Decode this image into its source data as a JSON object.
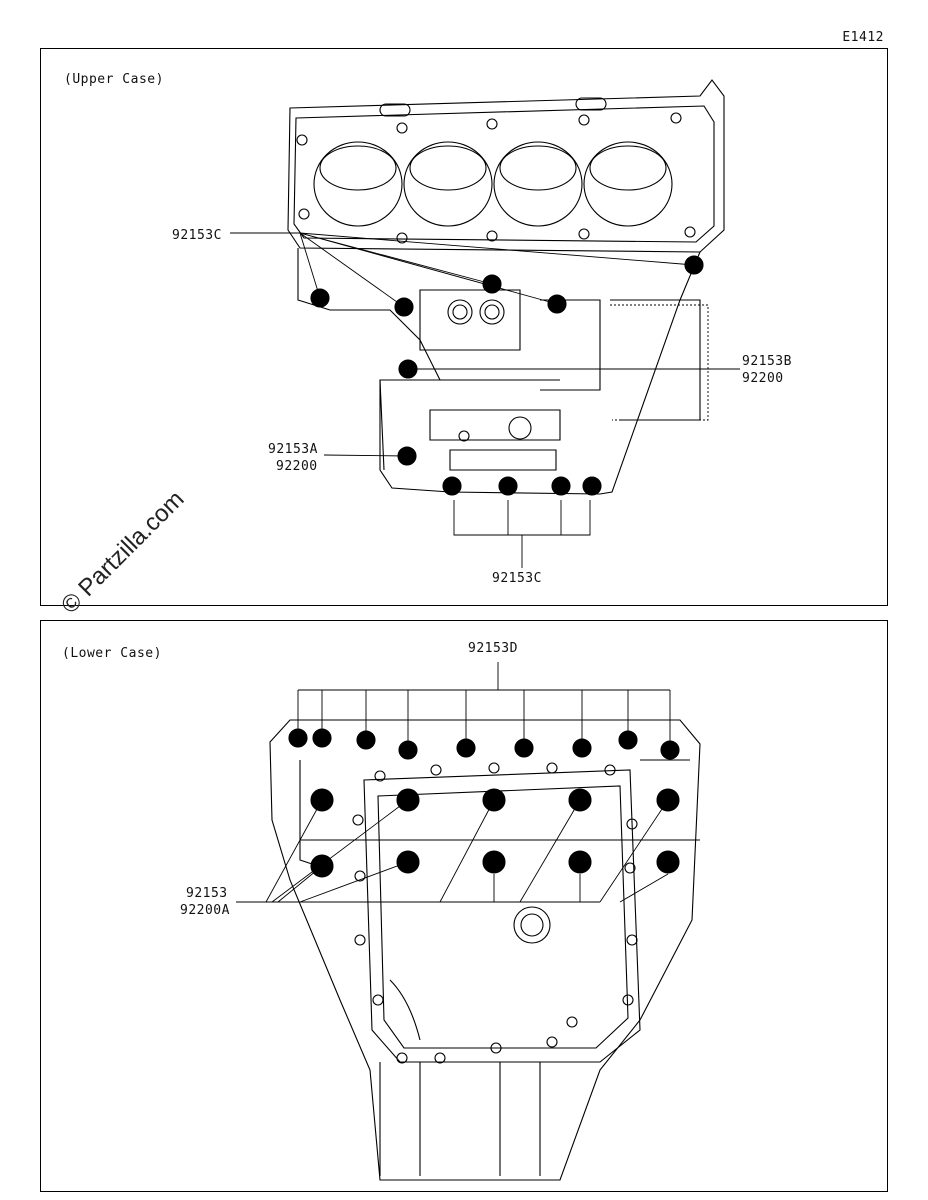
{
  "diagram_code": "E1412",
  "watermark": "© Partzilla.com",
  "upper": {
    "title": "(Upper Case)",
    "callouts": {
      "c1": "92153C",
      "c2a": "92153B",
      "c2b": "92200",
      "c3a": "92153A",
      "c3b": "92200",
      "c4": "92153C"
    }
  },
  "lower": {
    "title": "(Lower Case)",
    "callouts": {
      "c1": "92153D",
      "c2a": "92153",
      "c2b": "92200A"
    }
  }
}
